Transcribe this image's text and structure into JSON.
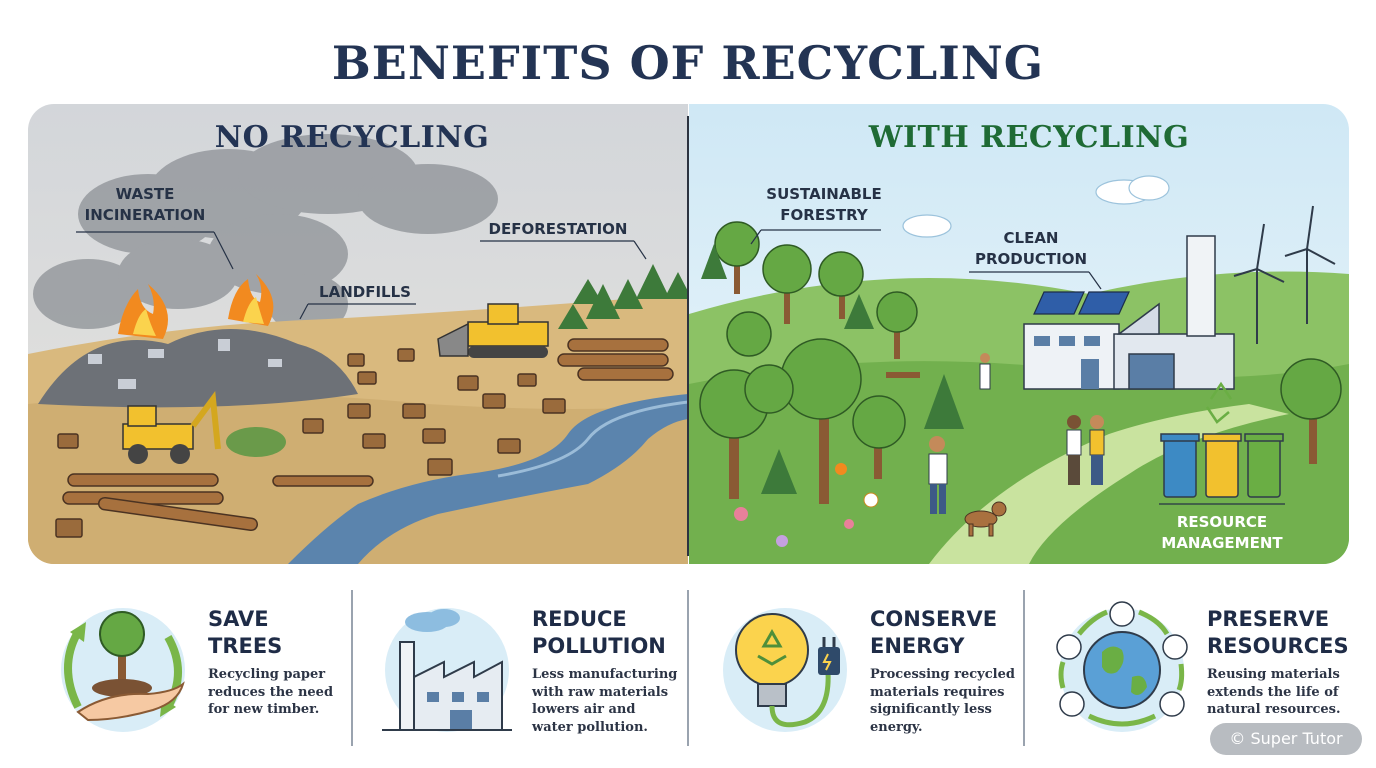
{
  "title": "BENEFITS OF RECYCLING",
  "left_panel": {
    "title": "NO RECYCLING",
    "labels": {
      "waste_incineration_1": "WASTE",
      "waste_incineration_2": "INCINERATION",
      "landfills": "LANDFILLS",
      "deforestation": "DEFORESTATION"
    }
  },
  "right_panel": {
    "title": "WITH RECYCLING",
    "labels": {
      "sustainable_forestry_1": "SUSTAINABLE",
      "sustainable_forestry_2": "FORESTRY",
      "clean_production_1": "CLEAN",
      "clean_production_2": "PRODUCTION",
      "resource_management_1": "RESOURCE",
      "resource_management_2": "MANAGEMENT"
    }
  },
  "benefits": [
    {
      "title_1": "SAVE",
      "title_2": "TREES",
      "text": "Recycling paper reduces the need for new timber.",
      "icon": "hand-holding-tree-icon"
    },
    {
      "title_1": "REDUCE",
      "title_2": "POLLUTION",
      "text": "Less manufacturing with raw materials lowers air and water pollution.",
      "icon": "factory-icon"
    },
    {
      "title_1": "CONSERVE",
      "title_2": "ENERGY",
      "text": "Processing recycled materials requires significantly less energy.",
      "icon": "lightbulb-plug-icon"
    },
    {
      "title_1": "PRESERVE",
      "title_2": "RESOURCES",
      "text": "Reusing materials extends the life of natural resources.",
      "icon": "globe-cycle-icon"
    }
  ],
  "watermark": "© Super Tutor",
  "colors": {
    "title": "#233454",
    "no_recycling_title": "#233454",
    "with_recycling_title": "#1f6b35",
    "arrow_green": "#7ab648",
    "icon_bg": "#d9edf7"
  }
}
